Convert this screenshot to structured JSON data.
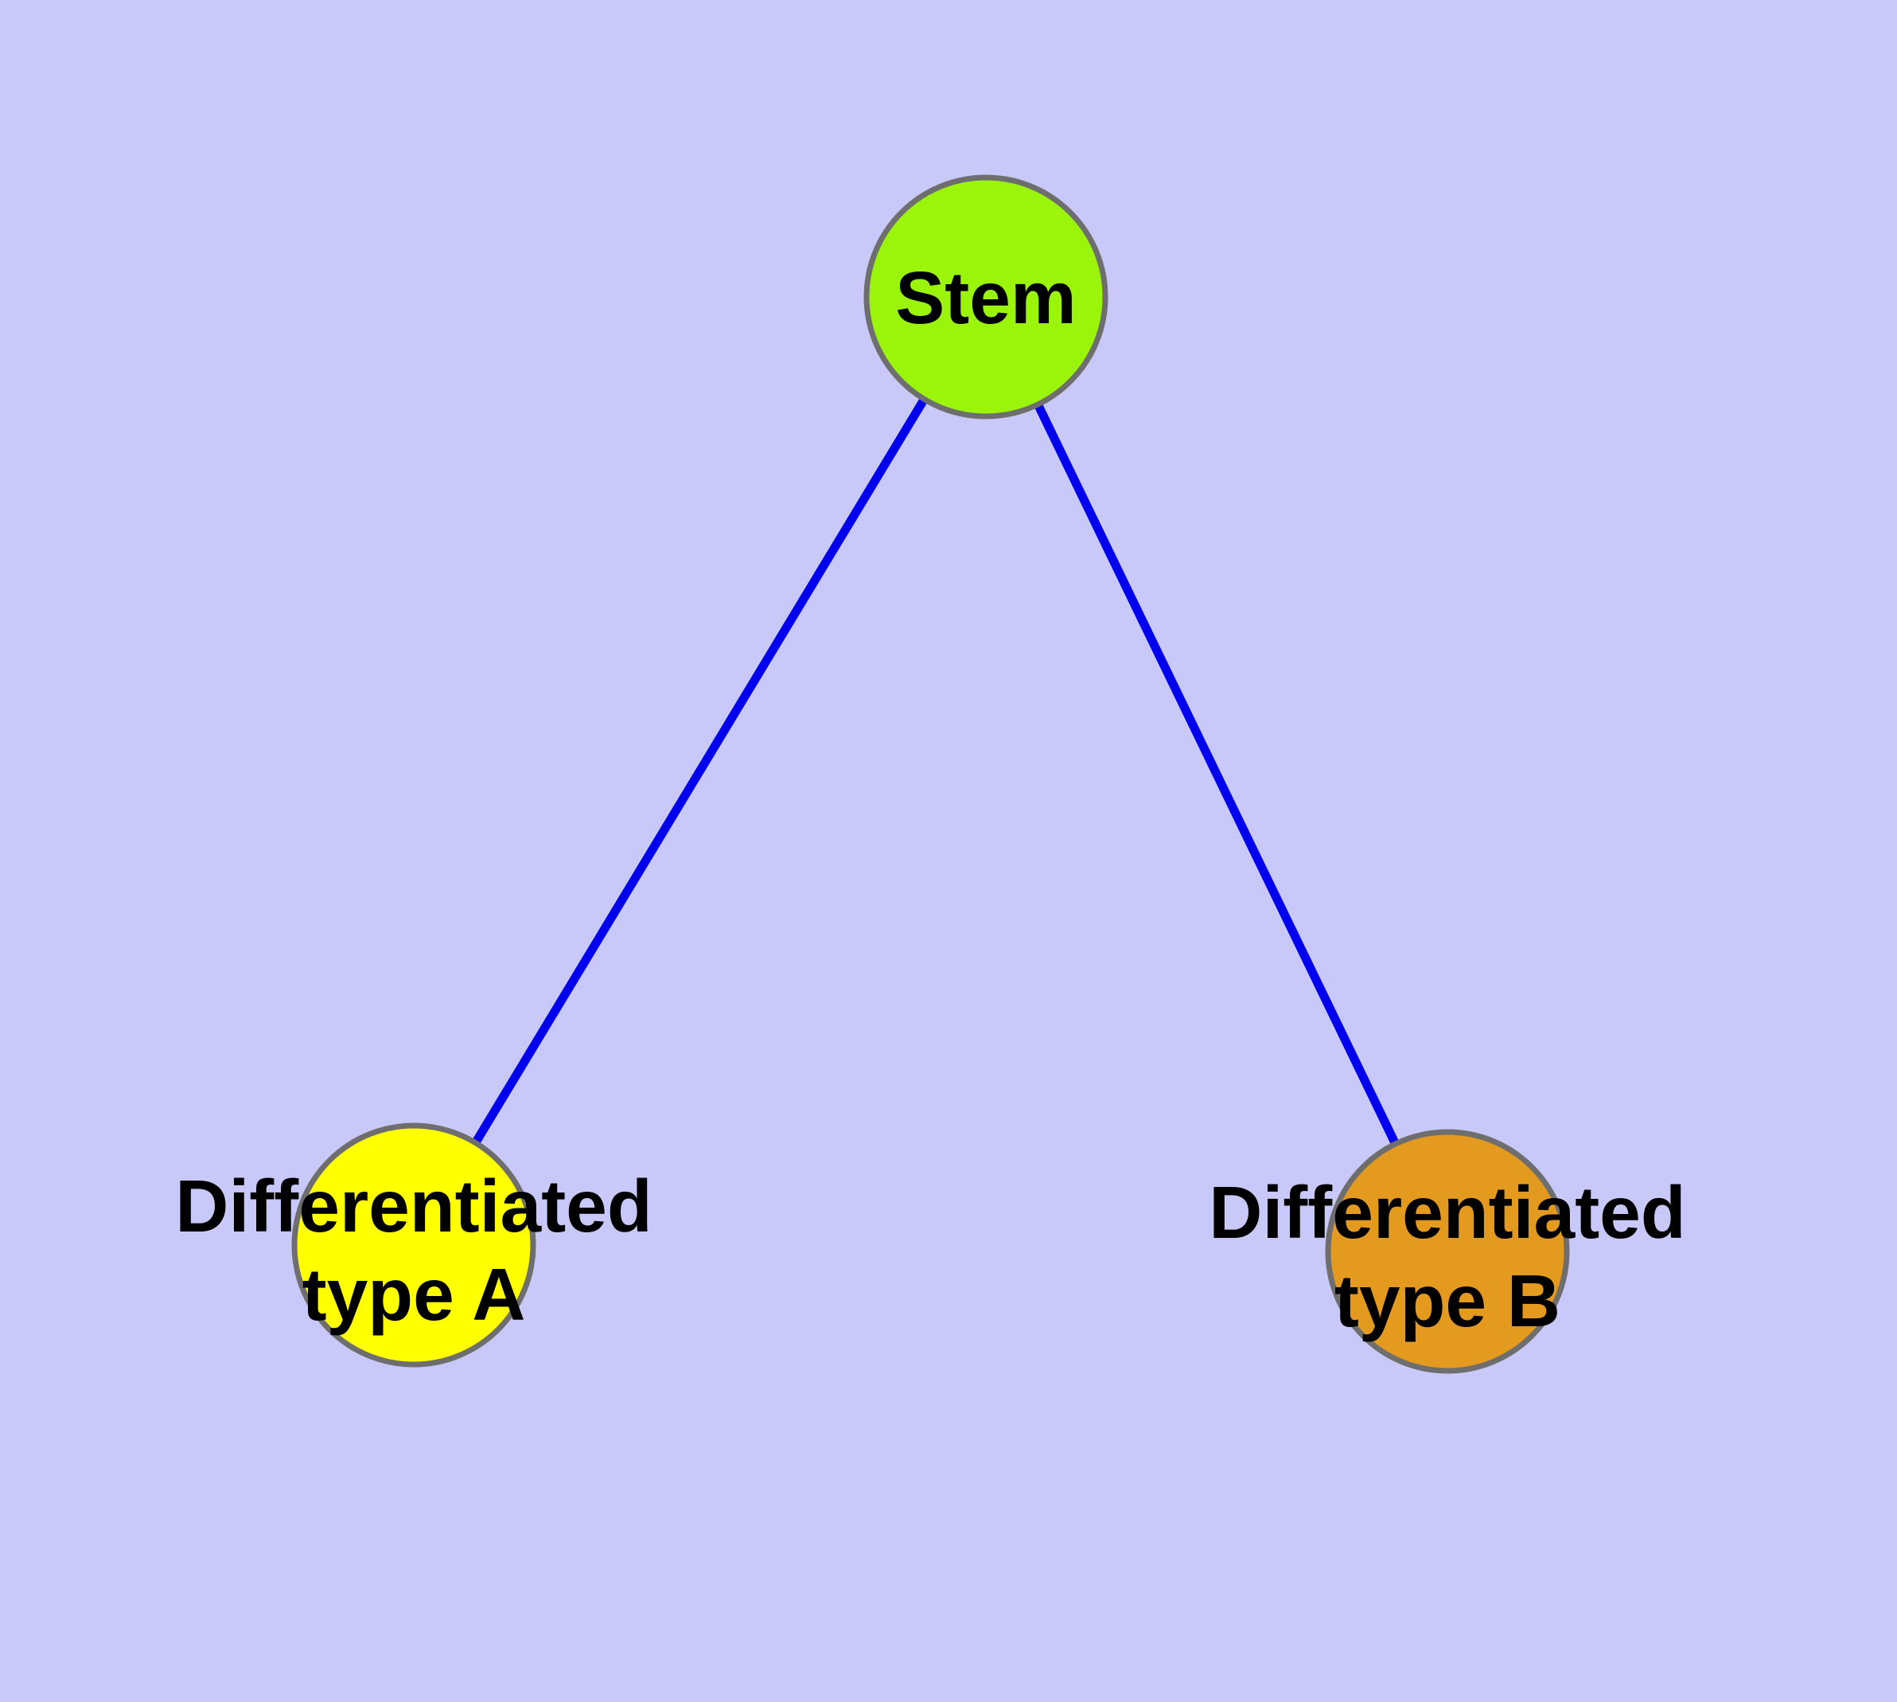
{
  "diagram": {
    "title": "",
    "background_color": "#C9C9F9",
    "edge_color": "#0000EE",
    "node_border_color": "#6E6E6E",
    "label_color": "#000000",
    "nodes": [
      {
        "id": "stem",
        "label": "Stem",
        "label_line1": "Stem",
        "label_line2": "",
        "fill": "#9AF50A"
      },
      {
        "id": "differentiated-type-a",
        "label": "Differentiated type A",
        "label_line1": "Differentiated",
        "label_line2": "type A",
        "fill": "#FFFF00"
      },
      {
        "id": "differentiated-type-b",
        "label": "Differentiated type B",
        "label_line1": "Differentiated",
        "label_line2": "type B",
        "fill": "#E39A1E"
      }
    ],
    "edges": [
      {
        "from": "Stem",
        "to": "Differentiated type A"
      },
      {
        "from": "Stem",
        "to": "Differentiated type B"
      }
    ]
  }
}
